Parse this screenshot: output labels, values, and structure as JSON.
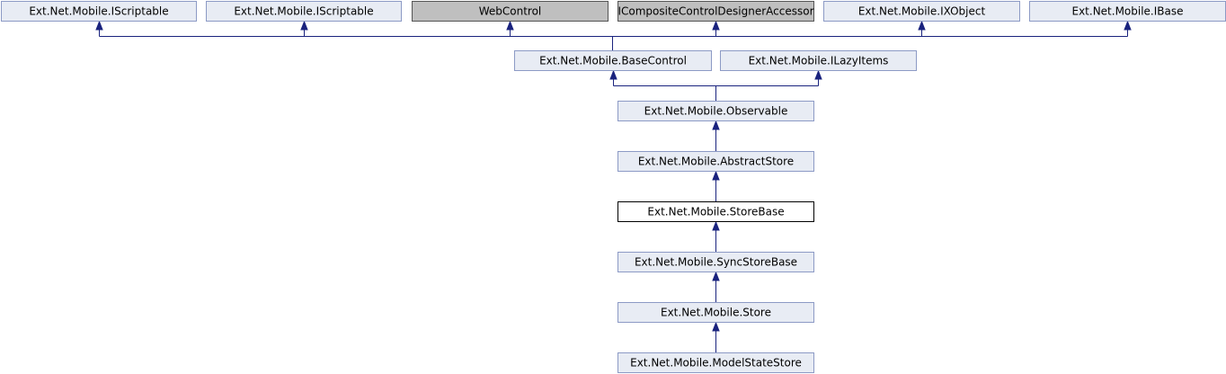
{
  "diagram": {
    "nodes": [
      {
        "id": "iscriptable1",
        "label": "Ext.Net.Mobile.IScriptable",
        "style": "normal"
      },
      {
        "id": "iscriptable2",
        "label": "Ext.Net.Mobile.IScriptable",
        "style": "normal"
      },
      {
        "id": "webcontrol",
        "label": "WebControl",
        "style": "external"
      },
      {
        "id": "icomposite",
        "label": "ICompositeControlDesignerAccessor",
        "style": "external"
      },
      {
        "id": "ixobject",
        "label": "Ext.Net.Mobile.IXObject",
        "style": "normal"
      },
      {
        "id": "ibase",
        "label": "Ext.Net.Mobile.IBase",
        "style": "normal"
      },
      {
        "id": "basecontrol",
        "label": "Ext.Net.Mobile.BaseControl",
        "style": "normal"
      },
      {
        "id": "ilazyitems",
        "label": "Ext.Net.Mobile.ILazyItems",
        "style": "normal"
      },
      {
        "id": "observable",
        "label": "Ext.Net.Mobile.Observable",
        "style": "normal"
      },
      {
        "id": "abstractstore",
        "label": "Ext.Net.Mobile.AbstractStore",
        "style": "normal"
      },
      {
        "id": "storebase",
        "label": "Ext.Net.Mobile.StoreBase",
        "style": "focus"
      },
      {
        "id": "syncstorebase",
        "label": "Ext.Net.Mobile.SyncStoreBase",
        "style": "normal"
      },
      {
        "id": "store",
        "label": "Ext.Net.Mobile.Store",
        "style": "normal"
      },
      {
        "id": "modelstatestore",
        "label": "Ext.Net.Mobile.ModelStateStore",
        "style": "normal"
      }
    ],
    "edges": [
      {
        "from": "basecontrol",
        "to": "iscriptable1"
      },
      {
        "from": "basecontrol",
        "to": "iscriptable2"
      },
      {
        "from": "basecontrol",
        "to": "webcontrol"
      },
      {
        "from": "basecontrol",
        "to": "icomposite"
      },
      {
        "from": "basecontrol",
        "to": "ixobject"
      },
      {
        "from": "basecontrol",
        "to": "ibase"
      },
      {
        "from": "observable",
        "to": "basecontrol"
      },
      {
        "from": "observable",
        "to": "ilazyitems"
      },
      {
        "from": "abstractstore",
        "to": "observable"
      },
      {
        "from": "storebase",
        "to": "abstractstore"
      },
      {
        "from": "syncstorebase",
        "to": "storebase"
      },
      {
        "from": "store",
        "to": "syncstorebase"
      },
      {
        "from": "modelstatestore",
        "to": "store"
      }
    ]
  }
}
